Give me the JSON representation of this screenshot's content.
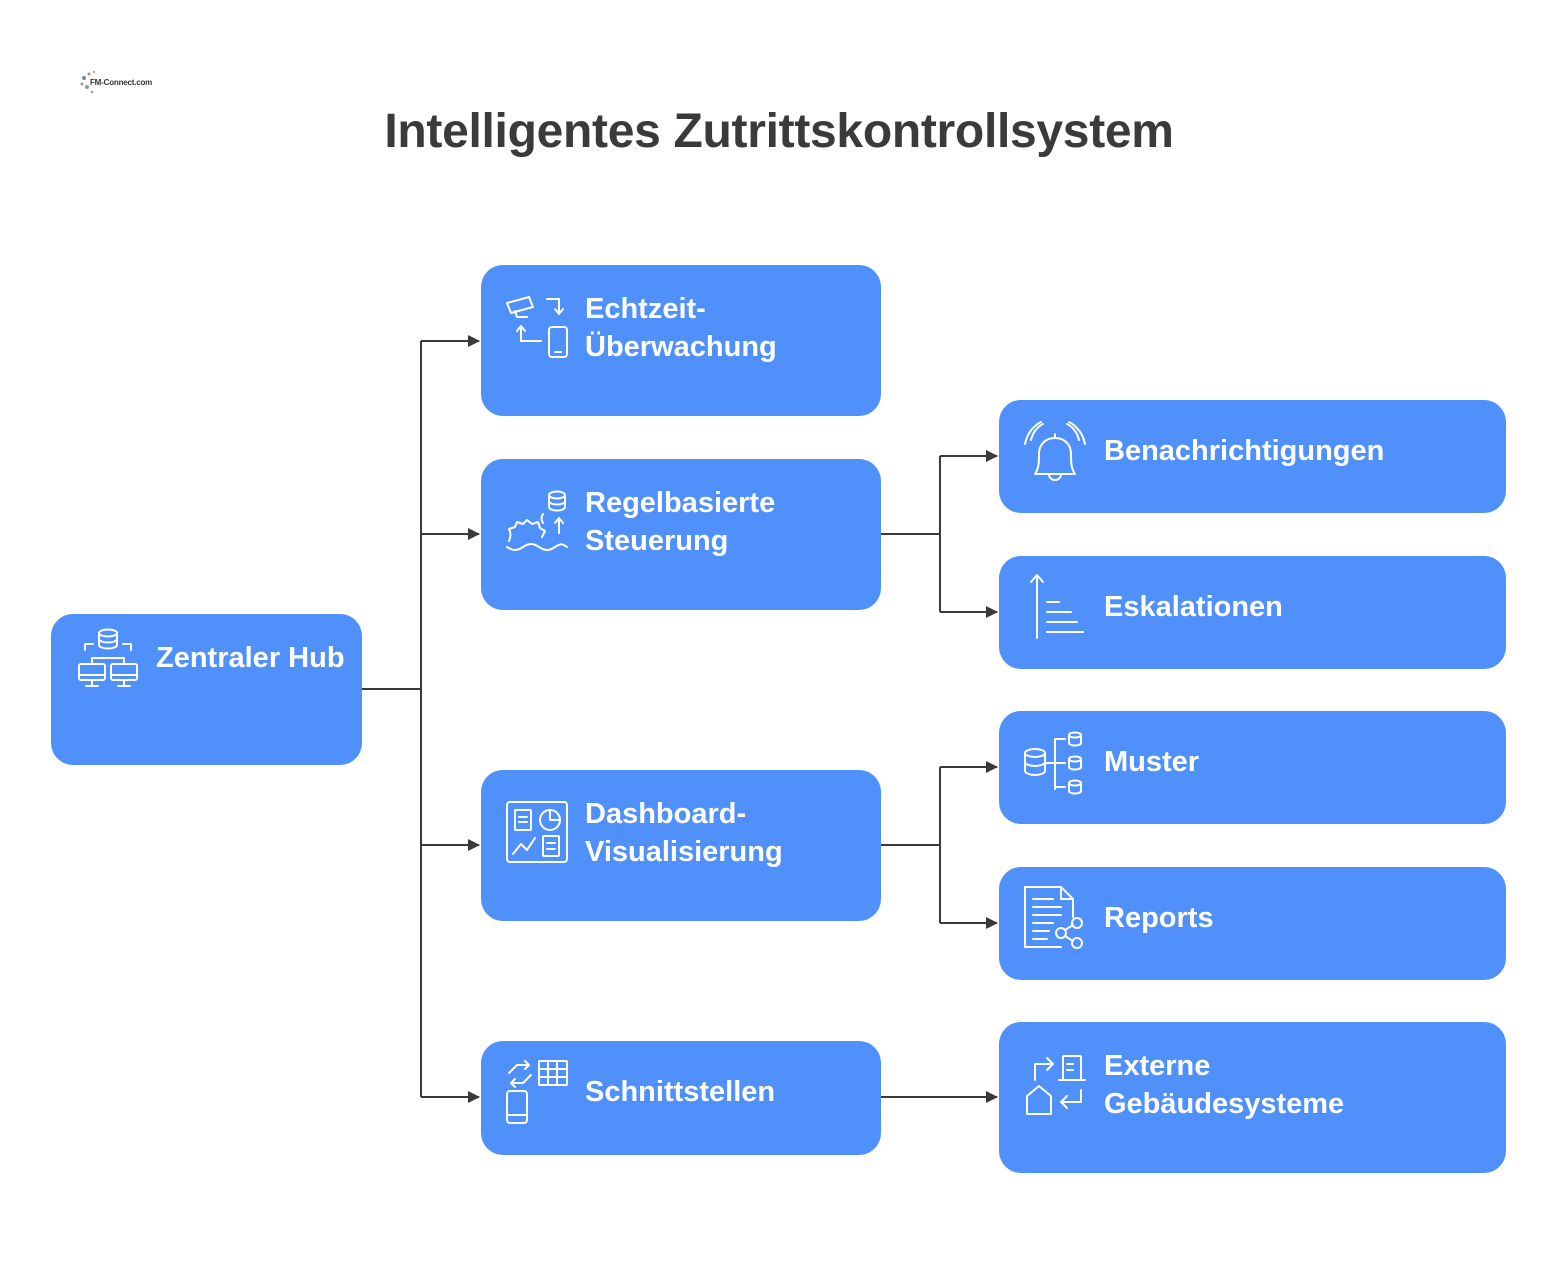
{
  "header": {
    "logo_text": "FM-Connect.com",
    "title": "Intelligentes Zutrittskontrollsystem"
  },
  "nodes": {
    "hub": {
      "label": "Zentraler Hub",
      "icon": "database-network-icon"
    },
    "echtzeit": {
      "label": "Echtzeit-\nÜberwachung",
      "icon": "camera-sync-icon"
    },
    "regel": {
      "label": "Regelbasierte\nSteuerung",
      "icon": "gears-database-icon"
    },
    "dashboard": {
      "label": "Dashboard-\nVisualisierung",
      "icon": "dashboard-icon"
    },
    "schnitt": {
      "label": "Schnittstellen",
      "icon": "device-table-sync-icon"
    },
    "benach": {
      "label": "Benachrichtigungen",
      "icon": "bell-alarm-icon"
    },
    "eskal": {
      "label": "Eskalationen",
      "icon": "escalation-list-icon"
    },
    "muster": {
      "label": "Muster",
      "icon": "database-tree-icon"
    },
    "reports": {
      "label": "Reports",
      "icon": "document-share-icon"
    },
    "extern": {
      "label": "Externe\nGebäudesysteme",
      "icon": "building-exchange-icon"
    }
  },
  "colors": {
    "node_fill": "#4f90fb",
    "node_text": "#ffffff",
    "connector": "#3a3a3a",
    "title": "#3a3a3a"
  }
}
